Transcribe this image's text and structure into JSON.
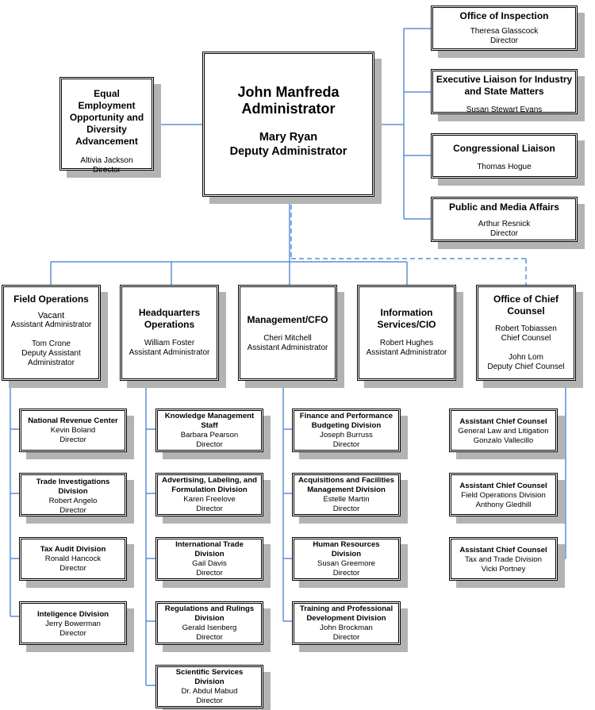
{
  "administrator": {
    "name": "John Manfreda",
    "title": "Administrator",
    "deputy_name": "Mary Ryan",
    "deputy_title": "Deputy Administrator"
  },
  "eeo": {
    "title": "Equal Employment Opportunity and Diversity Advancement",
    "person": "Altivia Jackson",
    "role": "Director"
  },
  "staff": [
    {
      "title": "Office of Inspection",
      "person": "Theresa Glasscock",
      "role": "Director"
    },
    {
      "title": "Executive Liaison for Industry and State Matters",
      "person": "Susan Stewart Evans"
    },
    {
      "title": "Congressional Liaison",
      "person": "Thomas Hogue"
    },
    {
      "title": "Public and Media Affairs",
      "person": "Arthur Resnick",
      "role": "Director"
    }
  ],
  "offices": [
    {
      "title": "Field Operations",
      "lines": [
        "Vacant",
        "Assistant Administrator",
        "",
        "Tom Crone",
        "Deputy Assistant",
        "Administrator"
      ]
    },
    {
      "title": "Headquarters Operations",
      "lines": [
        "William Foster",
        "Assistant Administrator"
      ]
    },
    {
      "title": "Management/CFO",
      "lines": [
        "Cheri Mitchell",
        "Assistant Administrator"
      ]
    },
    {
      "title": "Information Services/CIO",
      "lines": [
        "Robert Hughes",
        "Assistant Administrator"
      ]
    },
    {
      "title": "Office of Chief Counsel",
      "lines": [
        "Robert Tobiassen",
        "Chief Counsel",
        "",
        "John Lom",
        "Deputy Chief Counsel"
      ]
    }
  ],
  "field_divisions": [
    {
      "title": "National Revenue Center",
      "person": "Kevin Boland",
      "role": "Director"
    },
    {
      "title": "Trade Investigations Division",
      "person": "Robert Angelo",
      "role": "Director"
    },
    {
      "title": "Tax Audit Division",
      "person": "Ronald Hancock",
      "role": "Director"
    },
    {
      "title": "Inteligence Division",
      "person": "Jerry Bowerman",
      "role": "Director"
    }
  ],
  "hq_divisions": [
    {
      "title": "Knowledge Management Staff",
      "person": "Barbara Pearson",
      "role": "Director"
    },
    {
      "title": "Advertising, Labeling, and Formulation Division",
      "person": "Karen Freelove",
      "role": "Director"
    },
    {
      "title": "International Trade Division",
      "person": "Gail Davis",
      "role": "Director"
    },
    {
      "title": "Regulations and Rulings Division",
      "person": "Gerald Isenberg",
      "role": "Director"
    },
    {
      "title": "Scientific Services Division",
      "person": "Dr. Abdul Mabud",
      "role": "Director"
    }
  ],
  "mgmt_divisions": [
    {
      "title": "Finance and Performance Budgeting Division",
      "person": "Joseph Burruss",
      "role": "Director"
    },
    {
      "title": "Acquisitions and Facilities Management Division",
      "person": "Estelle Martin",
      "role": "Director"
    },
    {
      "title": "Human Resources Division",
      "person": "Susan Greemore",
      "role": "Director"
    },
    {
      "title": "Training and Professional Development Division",
      "person": "John Brockman",
      "role": "Director"
    }
  ],
  "counsel_divisions": [
    {
      "title": "Assistant Chief Counsel",
      "person": "General Law and Litigation",
      "role": "Gonzalo Vallecillo"
    },
    {
      "title": "Assistant Chief Counsel",
      "person": "Field Operations Division",
      "role": "Anthony Gledhill"
    },
    {
      "title": "Assistant Chief Counsel",
      "person": "Tax and Trade Division",
      "role": "Vicki Portney"
    }
  ],
  "colors": {
    "line": "#5b8fd6",
    "shadow": "#b3b3b3",
    "border": "#000000"
  }
}
